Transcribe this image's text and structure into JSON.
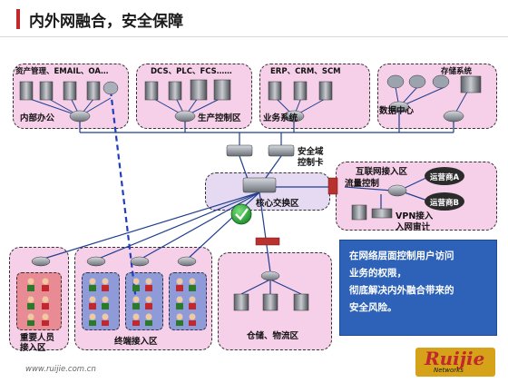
{
  "title": "内外网融合，安全保障",
  "zones": {
    "internal_office": {
      "top_label": "资产管理、EMAIL、OA…",
      "bottom_label": "内部办公"
    },
    "production": {
      "top_label": "DCS、PLC、FCS……",
      "bottom_label": "生产控制区"
    },
    "business": {
      "top_label": "ERP、CRM、SCM",
      "bottom_label": "业务系统"
    },
    "data_center": {
      "top_label": "存储系统",
      "bottom_label": "数据中心"
    },
    "security": {
      "label_line1": "安全域",
      "label_line2": "控制卡"
    },
    "core": {
      "label": "核心交换区"
    },
    "internet": {
      "label_line1": "互联网接入区",
      "label_line2": "流量控制",
      "isp_a": "运营商A",
      "isp_b": "运营商B",
      "vpn_line1": "VPN接入",
      "vpn_line2": "入网审计"
    },
    "visitor": {
      "label_line1": "重要人员",
      "label_line2": "接入区"
    },
    "terminal": {
      "label": "终端接入区"
    },
    "warehouse": {
      "label": "仓储、物流区"
    }
  },
  "info_box": {
    "line1": "在网络层面控制用户访问",
    "line2": "业务的权限，",
    "line3": "彻底解决内外融合带来的",
    "line4": "安全风险。"
  },
  "footer": {
    "url": "www.ruijie.com.cn",
    "brand": "Ruijie",
    "brand_sub": "Networks"
  },
  "colors": {
    "zone_pink": "#f6cfe8",
    "zone_lilac": "#e6d9f2",
    "info_blue": "#2e62b8",
    "title_accent": "#c0282d",
    "dashed_link": "#1f3fbf"
  }
}
